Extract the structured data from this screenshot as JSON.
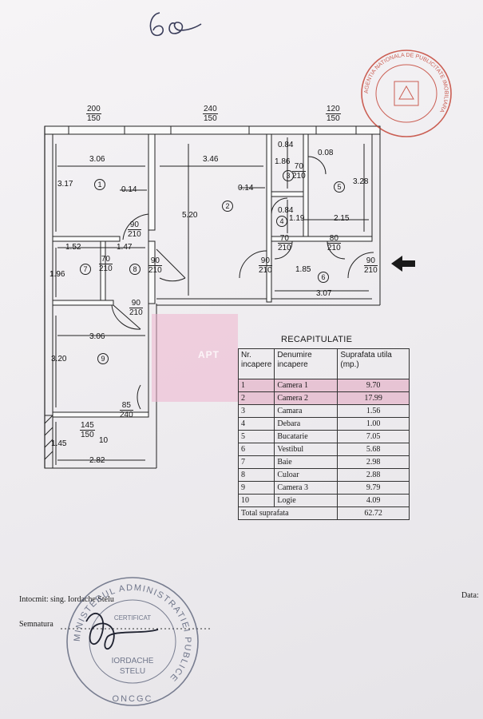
{
  "handwritten_note": "60",
  "top_openings": [
    {
      "num": "200",
      "den": "150"
    },
    {
      "num": "240",
      "den": "150"
    },
    {
      "num": "120",
      "den": "150"
    }
  ],
  "rooms": [
    {
      "no": "1"
    },
    {
      "no": "2"
    },
    {
      "no": "3"
    },
    {
      "no": "4"
    },
    {
      "no": "5"
    },
    {
      "no": "6"
    },
    {
      "no": "7"
    },
    {
      "no": "8"
    },
    {
      "no": "9"
    },
    {
      "no": "10"
    }
  ],
  "dimensions": {
    "r1_w": "3.06",
    "r1_h": "3.17",
    "r1_wall": "0.14",
    "r2_w": "3.46",
    "r2_h": "5.20",
    "r2_wall": "0.14",
    "r3_a": "0.84",
    "r3_b": "0.08",
    "r3_h": "1.86",
    "r4_w": "0.84",
    "r4_h": "1.19",
    "r5_w": "2.15",
    "r5_h": "3.28",
    "r6_a": "1.85",
    "r6_w": "3.07",
    "r7_w": "1.52",
    "r7_h": "1.96",
    "r8_w": "1.47",
    "r9_w": "3.06",
    "r9_h": "3.20",
    "r10_w": "2.82",
    "r10_h": "1.45"
  },
  "doors": [
    {
      "num": "70",
      "den": "210"
    },
    {
      "num": "90",
      "den": "210"
    },
    {
      "num": "90",
      "den": "210"
    },
    {
      "num": "70",
      "den": "210"
    },
    {
      "num": "90",
      "den": "210"
    },
    {
      "num": "70",
      "den": "210"
    },
    {
      "num": "80",
      "den": "210"
    },
    {
      "num": "90",
      "den": "210"
    },
    {
      "num": "90",
      "den": "210"
    },
    {
      "num": "85",
      "den": "240"
    },
    {
      "num": "145",
      "den": "150"
    }
  ],
  "recap": {
    "title": "RECAPITULATIE",
    "headers": [
      "Nr. incapere",
      "Denumire incapere",
      "Suprafata utila (mp.)"
    ],
    "rows": [
      {
        "nr": "1",
        "name": "Camera  1",
        "area": "9.70"
      },
      {
        "nr": "2",
        "name": "Camera  2",
        "area": "17.99"
      },
      {
        "nr": "3",
        "name": "Camara",
        "area": "1.56"
      },
      {
        "nr": "4",
        "name": "Debara",
        "area": "1.00"
      },
      {
        "nr": "5",
        "name": "Bucatarie",
        "area": "7.05"
      },
      {
        "nr": "6",
        "name": "Vestibul",
        "area": "5.68"
      },
      {
        "nr": "7",
        "name": "Baie",
        "area": "2.98"
      },
      {
        "nr": "8",
        "name": "Culoar",
        "area": "2.88"
      },
      {
        "nr": "9",
        "name": "Camera  3",
        "area": "9.79"
      },
      {
        "nr": "10",
        "name": "Logie",
        "area": "4.09"
      }
    ],
    "total_label": "Total  suprafata",
    "total_value": "62.72"
  },
  "watermark": "APT",
  "footer": {
    "prepared_by": "Intocmit: sing. Iordache Stelu",
    "signature_label": "Semnatura",
    "date_label": "Data:"
  },
  "stamp_bottom": {
    "ring_text": "MINISTERUL ADMINISTRATIEI PUBLICE",
    "inner_1": "CERTIFICAT",
    "inner_2": "IORDACHE",
    "inner_3": "STELU",
    "bottom": "ONCGC"
  },
  "stamp_top": {
    "ring_text": "AGENTIA NATIONALA DE PUBLICITATE IMOBILIARA"
  },
  "colors": {
    "ink": "#222222",
    "stamp_red": "#c0392b",
    "stamp_blue": "#47506a",
    "table_highlight": "#e7c4d4"
  }
}
